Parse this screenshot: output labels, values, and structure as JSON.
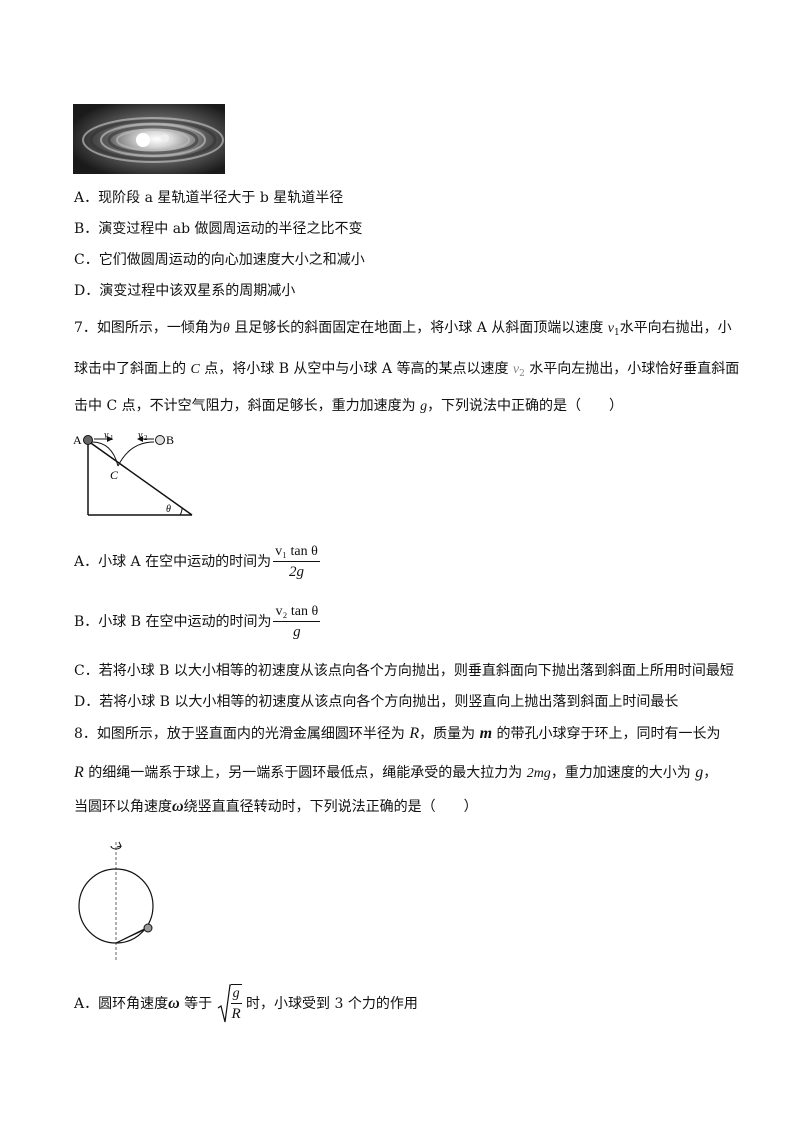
{
  "q6": {
    "options": [
      {
        "letter": "A．",
        "text": "现阶段 a 星轨道半径大于 b 星轨道半径"
      },
      {
        "letter": "B．",
        "text": "演变过程中 ab 做圆周运动的半径之比不变"
      },
      {
        "letter": "C．",
        "text": "它们做圆周运动的向心加速度大小之和减小"
      },
      {
        "letter": "D．",
        "text": "演变过程中该双星系的周期减小"
      }
    ]
  },
  "q7": {
    "line1_a": "7．如图所示，一倾角为",
    "theta": "θ",
    "line1_b": " 且足够长的斜面固定在地面上，将小球 A 从斜面顶端以速度 ",
    "v": "v",
    "sub1": "1",
    "line1_c": "水平向右抛出，小",
    "line2_a": "球击中了斜面上的 ",
    "C": "C",
    "line2_b": " 点，将小球 B 从空中与小球 A 等高的某点以速度 ",
    "sub2": "2",
    "line2_c": " 水平向左抛出，小球恰好垂直斜面",
    "line3_a": "击中 C 点，不计空气阻力，斜面足够长，重力加速度为 ",
    "g": "g",
    "line3_b": "，下列说法中正确的是（　　）",
    "figure": {
      "A": "A",
      "B": "B",
      "C": "C",
      "v1": "v",
      "v2": "v",
      "s1": "1",
      "s2": "2",
      "theta": "θ"
    },
    "optA_prefix": "A．小球 A 在空中运动的时间为",
    "optA_num": "v₁ tan θ",
    "optA_den": "2g",
    "optB_prefix": "B．小球 B 在空中运动的时间为",
    "optB_num": "v₂ tan θ",
    "optB_den": "g",
    "optC": "C．若将小球 B 以大小相等的初速度从该点向各个方向抛出，则垂直斜面向下抛出落到斜面上所用时间最短",
    "optD": "D．若将小球 B 以大小相等的初速度从该点向各个方向抛出，则竖直向上抛出落到斜面上时间最长"
  },
  "q8": {
    "line1_a": "8．如图所示，放于竖直面内的光滑金属细圆环半径为 ",
    "R": "R",
    "line1_b": "，质量为 ",
    "m": "m",
    "line1_c": " 的带孔小球穿于环上，同时有一长为",
    "line2_a": " 的细绳一端系于球上，另一端系于圆环最低点，绳能承受的最大拉力为 ",
    "two_mg": "2mg",
    "line2_b": "，重力加速度的大小为 ",
    "g": "g",
    "line2_c": "，",
    "line3_a": "当圆环以角速度",
    "omega": "ω",
    "line3_b": "绕竖直直径转动时，下列说法正确的是（　　）",
    "optA_a": "A．圆环角速度",
    "optA_b": " 等于 ",
    "sqrt_num": "g",
    "sqrt_den": "R",
    "optA_c": " 时，小球受到 3 个力的作用"
  }
}
